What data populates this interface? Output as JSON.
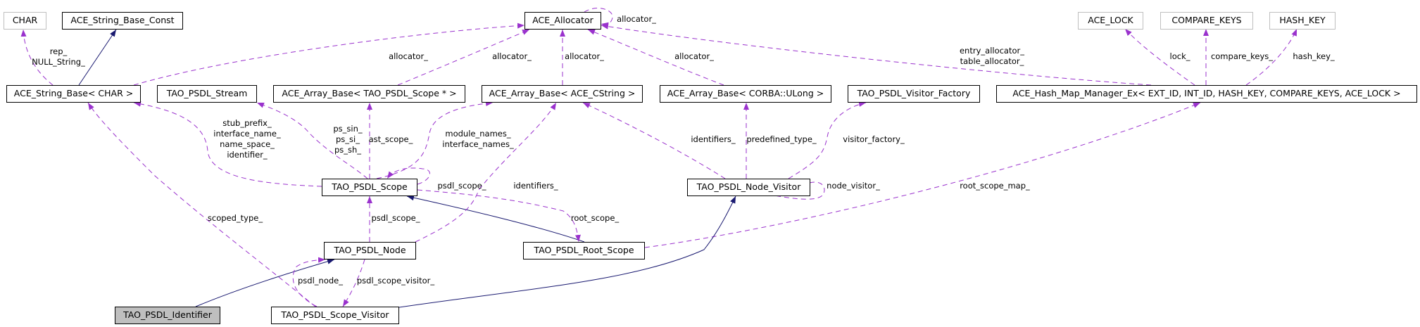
{
  "colors": {
    "usage_edge": "#9a32cd",
    "inheritance_edge": "#191970",
    "external_border": "#bfbfbf",
    "current_fill": "#bfbfbf"
  },
  "nodes": {
    "char": "CHAR",
    "string_base_const": "ACE_String_Base_Const",
    "allocator": "ACE_Allocator",
    "ace_lock": "ACE_LOCK",
    "compare_keys": "COMPARE_KEYS",
    "hash_key": "HASH_KEY",
    "string_base": "ACE_String_Base< CHAR >",
    "psdl_stream": "TAO_PSDL_Stream",
    "array_scope": "ACE_Array_Base< TAO_PSDL_Scope * >",
    "array_cstring": "ACE_Array_Base< ACE_CString >",
    "array_ulong": "ACE_Array_Base< CORBA::ULong >",
    "visitor_factory": "TAO_PSDL_Visitor_Factory",
    "hash_map": "ACE_Hash_Map_Manager_Ex< EXT_ID, INT_ID, HASH_KEY, COMPARE_KEYS, ACE_LOCK >",
    "psdl_scope": "TAO_PSDL_Scope",
    "node_visitor": "TAO_PSDL_Node_Visitor",
    "psdl_node": "TAO_PSDL_Node",
    "root_scope": "TAO_PSDL_Root_Scope",
    "identifier": "TAO_PSDL_Identifier",
    "scope_visitor": "TAO_PSDL_Scope_Visitor"
  },
  "labels": {
    "rep": "rep_",
    "null_string": "NULL_String_",
    "alloc1": "allocator_",
    "alloc2": "allocator_",
    "alloc3": "allocator_",
    "alloc4": "allocator_",
    "alloc_self": "allocator_",
    "entry_allocator": "entry_allocator_",
    "table_allocator": "table_allocator_",
    "lock": "lock_",
    "compare_keys": "compare_keys_",
    "hash_key": "hash_key_",
    "stub_prefix": "stub_prefix_",
    "interface_name": "interface_name_",
    "name_space": "name_space_",
    "identifier": "identifier_",
    "ps_sin": "ps_sin_",
    "ps_si": "ps_si_",
    "ps_sh": "ps_sh_",
    "ast_scope": "ast_scope_",
    "module_names": "module_names_",
    "interface_names": "interface_names_",
    "identifiers_nv": "identifiers_",
    "predefined_type": "predefined_type_",
    "visitor_factory": "visitor_factory_",
    "psdl_scope_self": "psdl_scope_",
    "identifiers_node": "identifiers_",
    "node_visitor": "node_visitor_",
    "root_scope_map": "root_scope_map_",
    "root_scope": "root_scope_",
    "scoped_type": "scoped_type_",
    "psdl_scope_node": "psdl_scope_",
    "psdl_node": "psdl_node_",
    "psdl_scope_visitor": "psdl_scope_visitor_"
  }
}
